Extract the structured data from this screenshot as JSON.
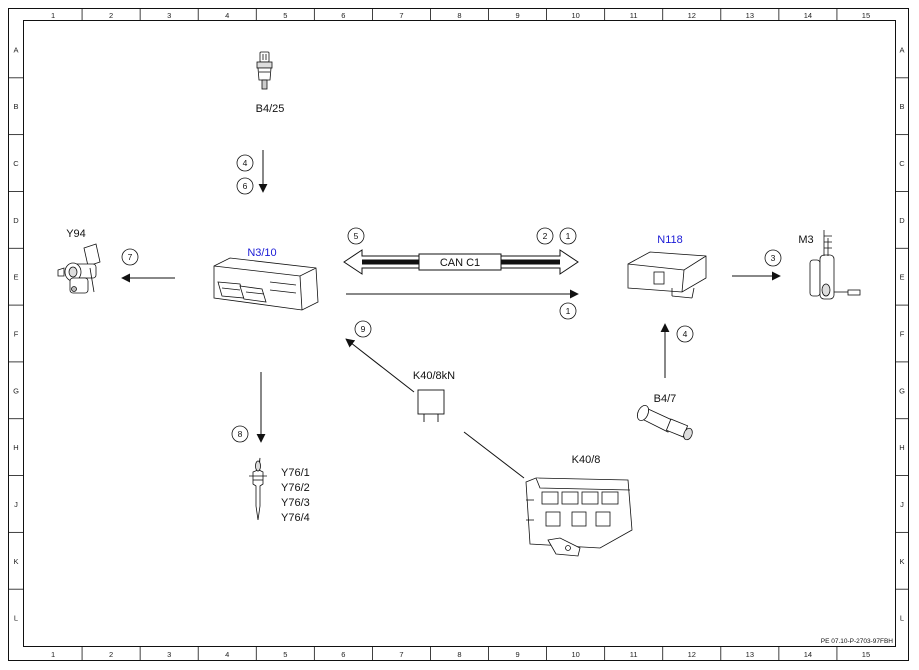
{
  "grid": {
    "columns": [
      "1",
      "2",
      "3",
      "4",
      "5",
      "6",
      "7",
      "8",
      "9",
      "10",
      "11",
      "12",
      "13",
      "14",
      "15"
    ],
    "rows": [
      "A",
      "B",
      "C",
      "D",
      "E",
      "F",
      "G",
      "H",
      "J",
      "K",
      "L"
    ]
  },
  "components": {
    "b4_25": "B4/25",
    "n3_10": "N3/10",
    "y94": "Y94",
    "n118": "N118",
    "m3": "M3",
    "k40_8kn": "K40/8kN",
    "b4_7": "B4/7",
    "k40_8": "K40/8",
    "y76": [
      "Y76/1",
      "Y76/2",
      "Y76/3",
      "Y76/4"
    ]
  },
  "bus": {
    "label": "CAN C1"
  },
  "signals": {
    "s4a": "4",
    "s6": "6",
    "s7": "7",
    "s5": "5",
    "s2": "2",
    "s1a": "1",
    "s1b": "1",
    "s3": "3",
    "s4b": "4",
    "s9": "9",
    "s8": "8"
  },
  "colors": {
    "highlight_label": "#1a1ad6",
    "line": "#111111"
  },
  "footer": {
    "code": "PE 07.10-P-2703-97FBH"
  }
}
